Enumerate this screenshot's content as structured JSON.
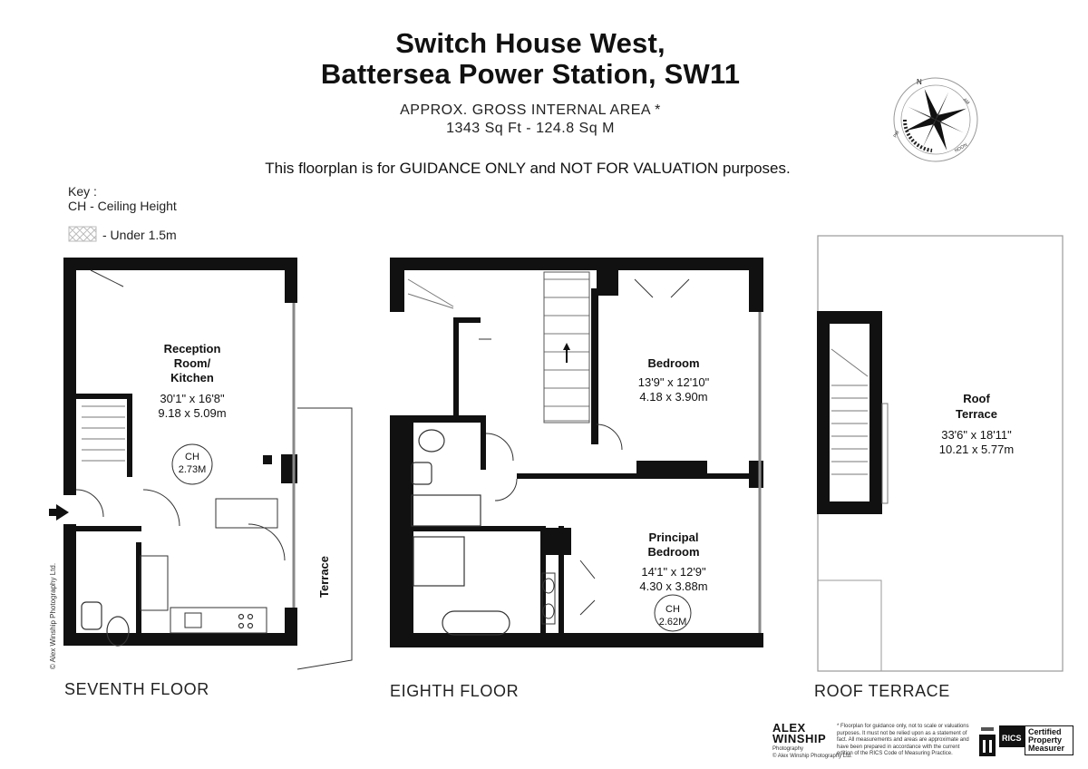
{
  "header": {
    "title_line1": "Switch House West,",
    "title_line2": "Battersea Power Station, SW11",
    "area_label": "APPROX. GROSS INTERNAL  AREA *",
    "area_value": "1343 Sq Ft  -  124.8 Sq M",
    "disclaimer": "This floorplan is for GUIDANCE ONLY and NOT FOR VALUATION purposes."
  },
  "key": {
    "title": "Key :",
    "ch": "CH - Ceiling Height",
    "under": "- Under 1.5m"
  },
  "compass": {
    "n": "N",
    "am": "AM",
    "pm": "PM",
    "noon": "NOON"
  },
  "floors": {
    "seventh": {
      "label": "SEVENTH FLOOR",
      "reception": {
        "name1": "Reception",
        "name2": "Room/",
        "name3": "Kitchen",
        "imperial": "30'1\" x 16'8\"",
        "metric": "9.18 x 5.09m",
        "ch_label": "CH",
        "ch_value": "2.73M"
      },
      "terrace": "Terrace"
    },
    "eighth": {
      "label": "EIGHTH FLOOR",
      "bedroom": {
        "name": "Bedroom",
        "imperial": "13'9\" x 12'10\"",
        "metric": "4.18 x 3.90m"
      },
      "principal": {
        "name1": "Principal",
        "name2": "Bedroom",
        "imperial": "14'1\" x 12'9\"",
        "metric": "4.30 x 3.88m",
        "ch_label": "CH",
        "ch_value": "2.62M"
      }
    },
    "roof": {
      "label": "ROOF TERRACE",
      "terrace": {
        "name1": "Roof",
        "name2": "Terrace",
        "imperial": "33'6\" x 18'11\"",
        "metric": "10.21 x 5.77m"
      }
    }
  },
  "footer": {
    "copyright": "© Alex Winship Photography Ltd.",
    "logo_line1": "ALEX",
    "logo_line2": "WINSHIP",
    "logo_line3": "Photography",
    "logo_small": "© Alex Winship Photography Ltd.",
    "notes": "* Floorplan for guidance only, not to scale or valuations purposes. It must not be relied upon as a statement of fact. All measurements and areas are approximate and have been prepared in accordance with the current edition of the RICS Code of Measuring Practice.",
    "rics": "RICS",
    "certified1": "Certified",
    "certified2": "Property",
    "certified3": "Measurer"
  },
  "colors": {
    "wall": "#111111",
    "line": "#333333",
    "light": "#999999"
  }
}
